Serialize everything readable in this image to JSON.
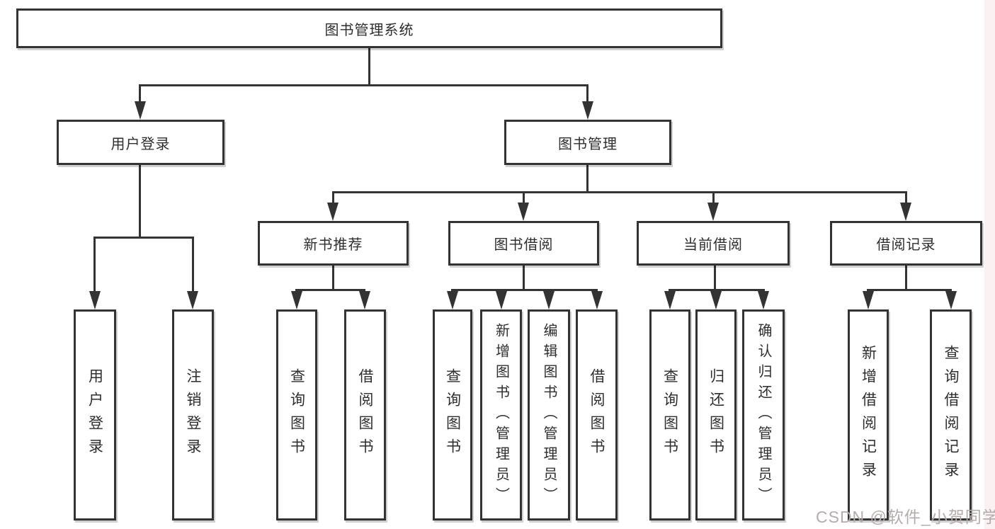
{
  "watermark": {
    "text": "CSDN @软件_小贺同学"
  },
  "colors": {
    "line": "#333333",
    "box_background": "#ffffff",
    "text": "#2e2e2e",
    "watermark": "#b5acac"
  },
  "tree": {
    "root": {
      "label": "图书管理系统"
    },
    "branches": [
      {
        "label": "用户登录",
        "children": [
          {
            "label": "用户登录"
          },
          {
            "label": "注销登录"
          }
        ]
      },
      {
        "label": "图书管理",
        "children": [
          {
            "label": "新书推荐",
            "children": [
              {
                "label": "查询图书"
              },
              {
                "label": "借阅图书"
              }
            ]
          },
          {
            "label": "图书借阅",
            "children": [
              {
                "label": "查询图书"
              },
              {
                "label": "新增图书（管理员）"
              },
              {
                "label": "编辑图书（管理员）"
              },
              {
                "label": "借阅图书"
              }
            ]
          },
          {
            "label": "当前借阅",
            "children": [
              {
                "label": "查询图书"
              },
              {
                "label": "归还图书"
              },
              {
                "label": "确认归还（管理员）"
              }
            ]
          },
          {
            "label": "借阅记录",
            "children": [
              {
                "label": "新增借阅记录"
              },
              {
                "label": "查询借阅记录"
              }
            ]
          }
        ]
      }
    ]
  }
}
